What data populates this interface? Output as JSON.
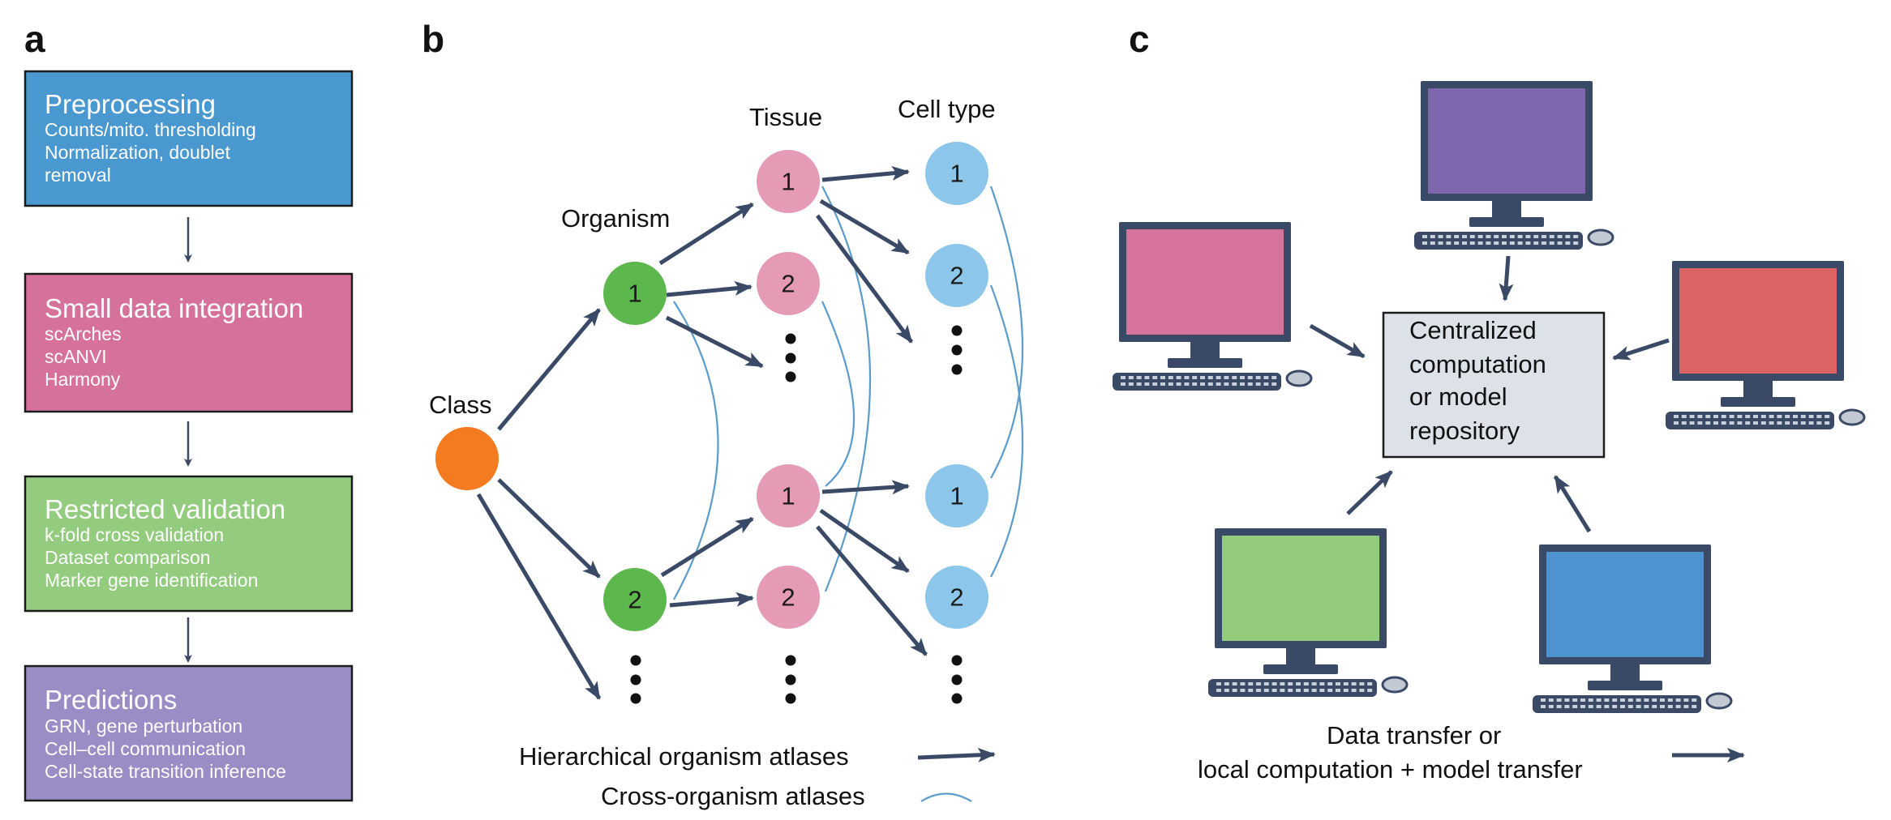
{
  "panels": {
    "a": "a",
    "b": "b",
    "c": "c"
  },
  "pipeline": [
    {
      "title": "Preprocessing",
      "lines": [
        "Counts/mito. thresholding",
        "Normalization, doublet",
        "removal"
      ],
      "color": "#4a98d0"
    },
    {
      "title": "Small data integration",
      "lines": [
        "scArches",
        "scANVI",
        "Harmony"
      ],
      "color": "#d6719b"
    },
    {
      "title": "Restricted validation",
      "lines": [
        "k-fold cross validation",
        "Dataset comparison",
        "Marker gene identification"
      ],
      "color": "#93cc7e"
    },
    {
      "title": "Predictions",
      "lines": [
        "GRN, gene perturbation",
        "Cell–cell communication",
        "Cell-state transition inference"
      ],
      "color": "#9a8cc4"
    }
  ],
  "hierarchy": {
    "class_label": "Class",
    "organism_label": "Organism",
    "tissue_label": "Tissue",
    "celltype_label": "Cell type",
    "node_numbers": {
      "one": "1",
      "two": "2"
    },
    "colors": {
      "class": "#f47b20",
      "organism": "#5cb84c",
      "tissue": "#e59bb6",
      "celltype": "#8cc6ea"
    }
  },
  "legend_b": {
    "hierarchical": "Hierarchical organism atlases",
    "cross": "Cross-organism atlases"
  },
  "federated": {
    "center_text": [
      "Centralized",
      "computation",
      "or model",
      "repository"
    ],
    "legend": [
      "Data transfer or",
      "local computation + model transfer"
    ],
    "screen_colors": {
      "top": "#7f67ad",
      "left": "#d5739d",
      "right": "#dc6363",
      "bottom_left": "#94cc7e",
      "bottom_right": "#4d93cf"
    },
    "icons": [
      "monitor-icon",
      "keyboard-icon",
      "mouse-icon"
    ]
  }
}
